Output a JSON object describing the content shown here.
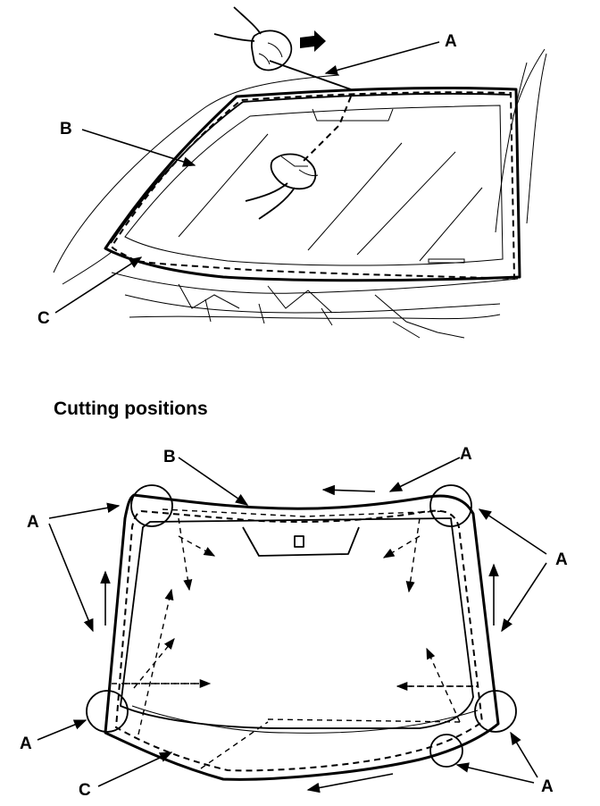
{
  "labels": {
    "top_a": "A",
    "top_b": "B",
    "top_c": "C",
    "bottom_b": "B",
    "bottom_c": "C",
    "bottom_a": [
      "A",
      "A",
      "A",
      "A",
      "A"
    ]
  },
  "heading": "Cutting positions",
  "colors": {
    "ink": "#000000",
    "paper": "#ffffff"
  }
}
